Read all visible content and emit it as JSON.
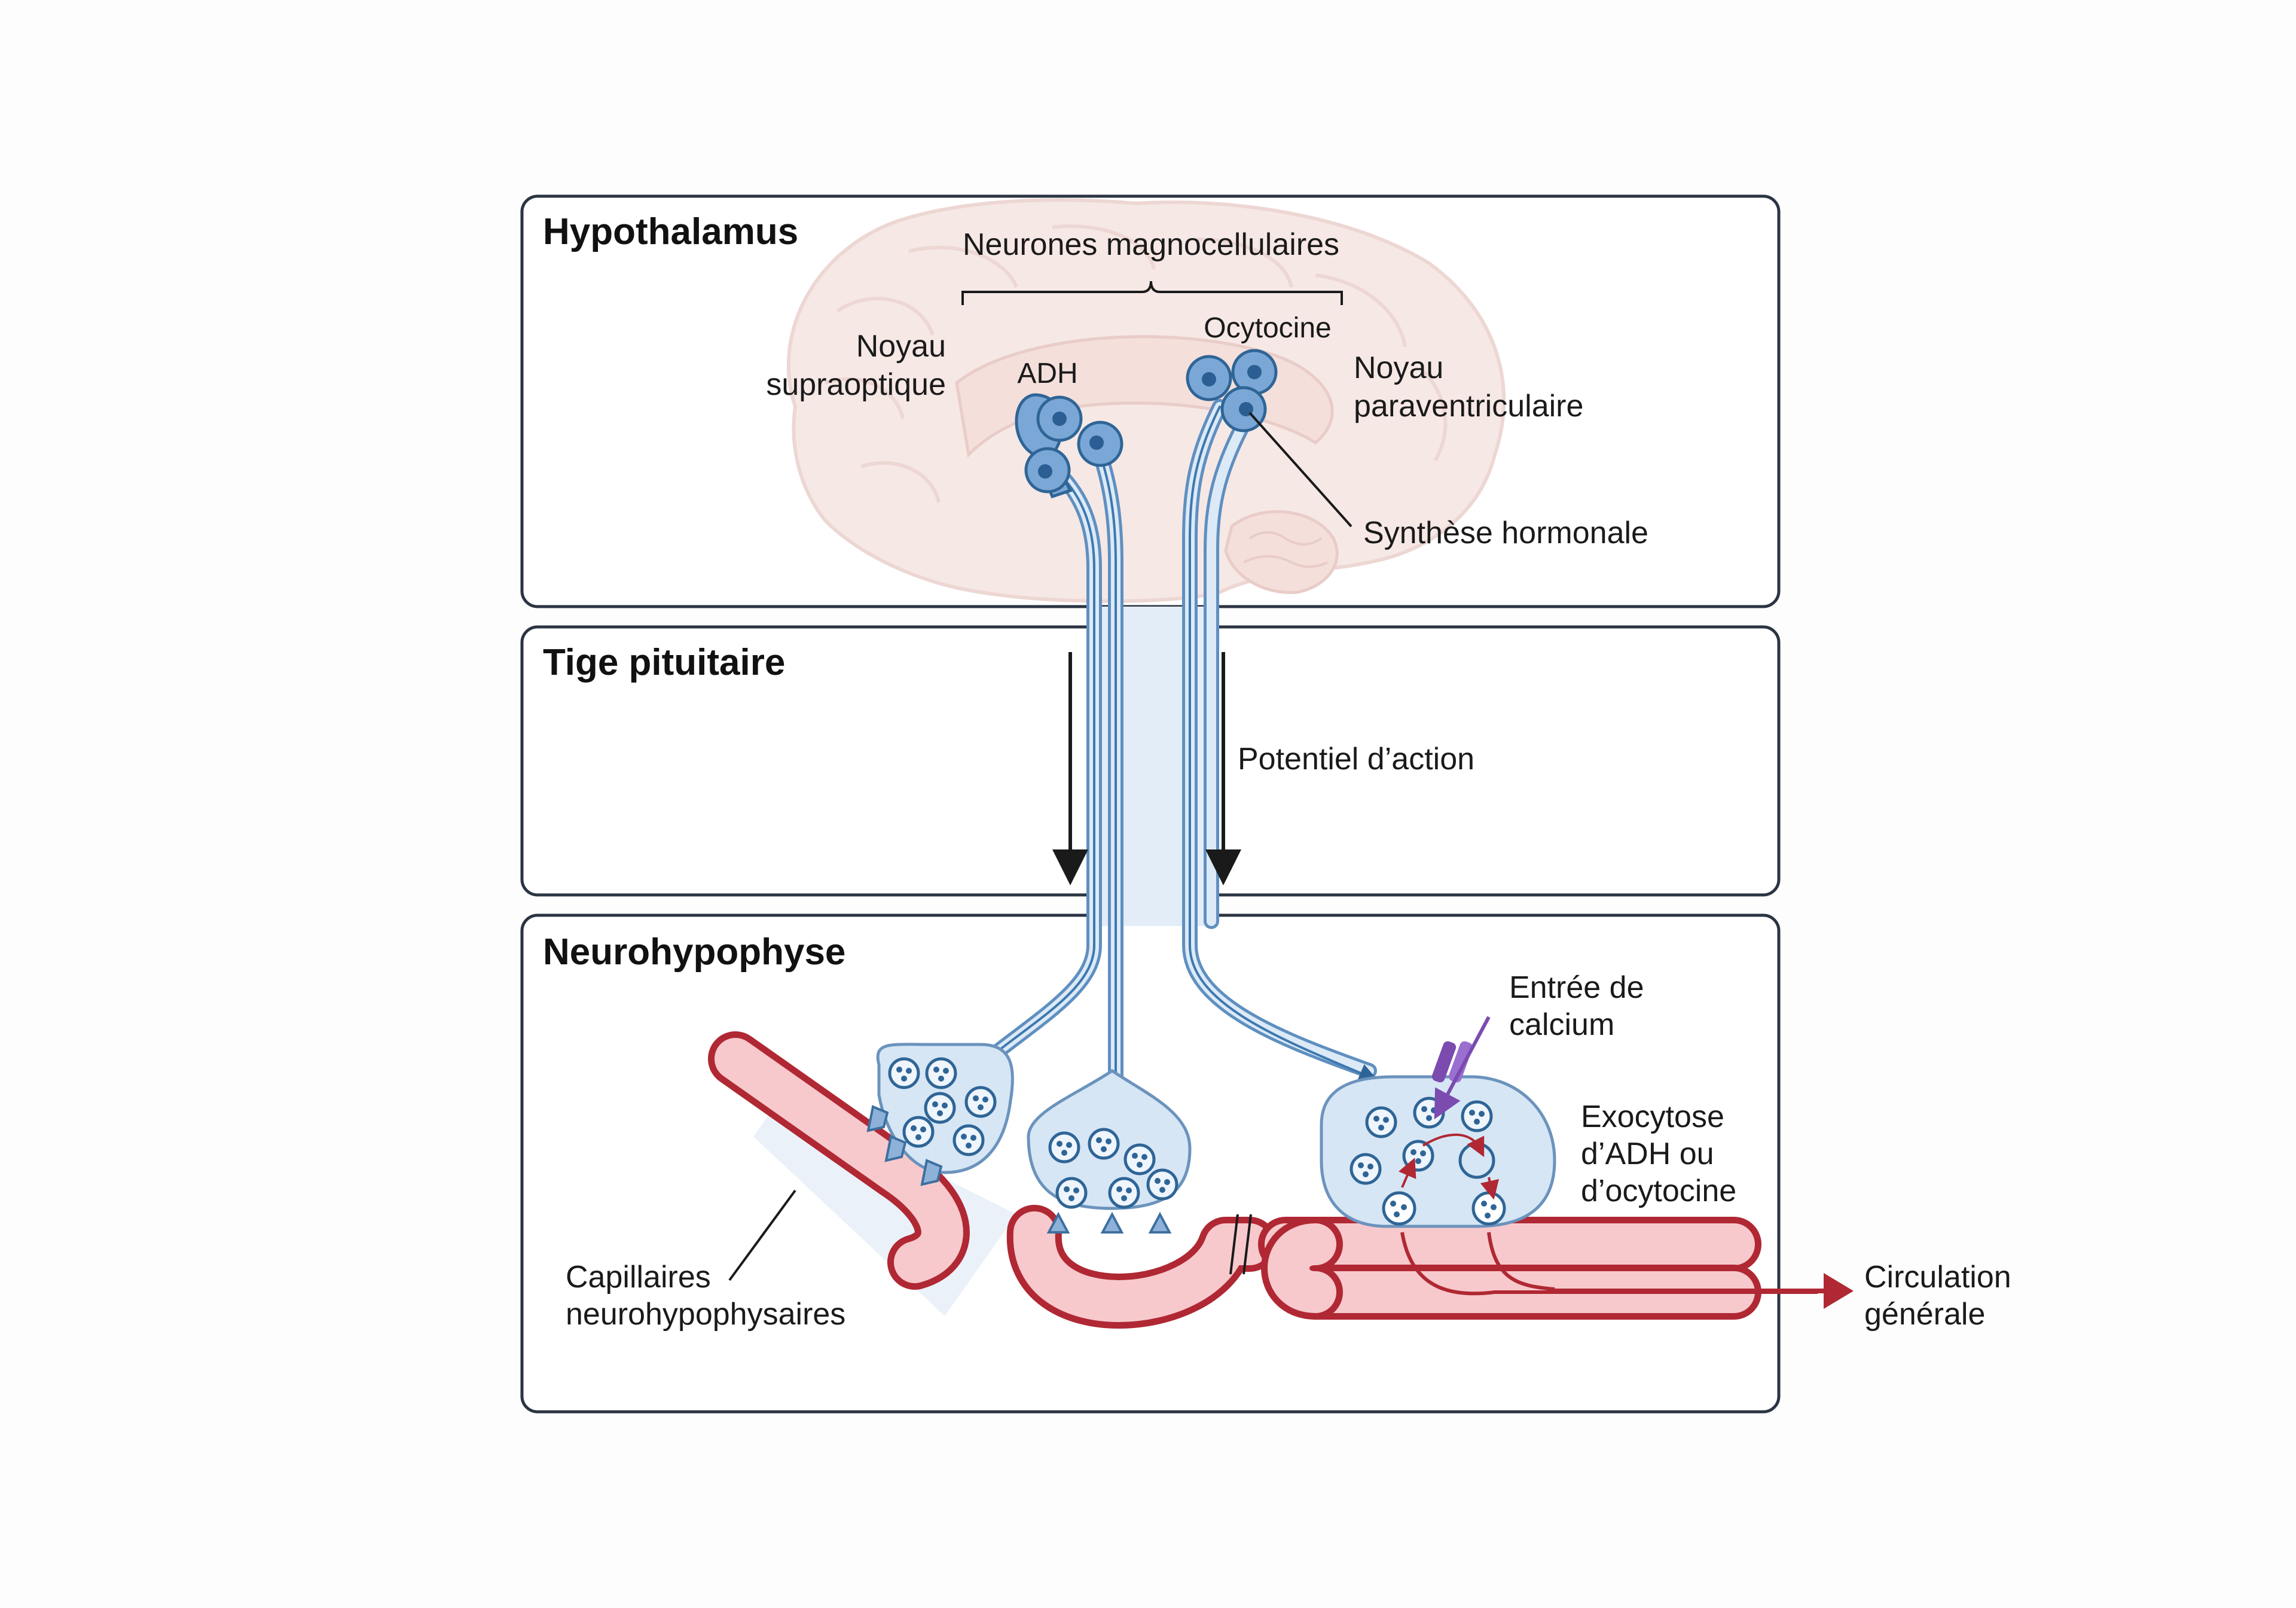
{
  "panels": {
    "hypothalamus": "Hypothalamus",
    "stalk": "Tige pituitaire",
    "posterior": "Neurohypophyse"
  },
  "labels": {
    "magnocellular": "Neurones magnocellulaires",
    "oxytocin": "Ocytocine",
    "adh": "ADH",
    "supraoptic_line1": "Noyau",
    "supraoptic_line2": "supraoptique",
    "paraventricular_line1": "Noyau",
    "paraventricular_line2": "paraventriculaire",
    "synthesis": "Synthèse hormonale",
    "action_potential": "Potentiel d’action",
    "calcium_line1": "Entrée de",
    "calcium_line2": "calcium",
    "exocytosis_line1": "Exocytose",
    "exocytosis_line2": "d’ADH ou",
    "exocytosis_line3": "d’ocytocine",
    "capillaries_line1": "Capillaires",
    "capillaries_line2": "neurohypophysaires",
    "circulation_line1": "Circulation",
    "circulation_line2": "générale"
  },
  "colors": {
    "neuron": "#7aa7d6",
    "axon": "#3d78b0",
    "vessel": "#b02833",
    "lumen": "#f7c9cc",
    "calcium_channel": "#7b4bb0",
    "panel_border": "#2b3442"
  }
}
